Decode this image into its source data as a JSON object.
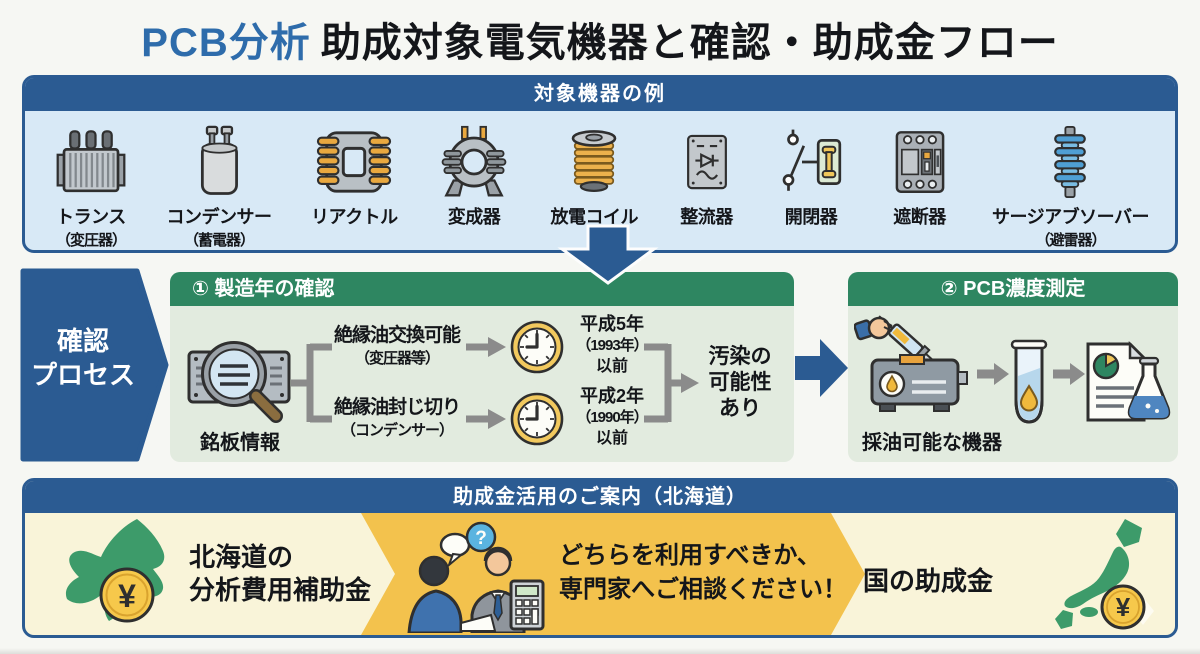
{
  "title": {
    "highlight": "PCB分析",
    "main": "助成対象電気機器と確認・助成金フロー"
  },
  "equipment": {
    "header": "対象機器の例",
    "items": [
      {
        "label": "トランス",
        "sublabel": "（変圧器）",
        "icon": "transformer-icon"
      },
      {
        "label": "コンデンサー",
        "sublabel": "（蓄電器）",
        "icon": "capacitor-icon"
      },
      {
        "label": "リアクトル",
        "sublabel": "",
        "icon": "reactor-icon"
      },
      {
        "label": "変成器",
        "sublabel": "",
        "icon": "instrument-transformer-icon"
      },
      {
        "label": "放電コイル",
        "sublabel": "",
        "icon": "discharge-coil-icon"
      },
      {
        "label": "整流器",
        "sublabel": "",
        "icon": "rectifier-icon"
      },
      {
        "label": "開閉器",
        "sublabel": "",
        "icon": "switch-icon"
      },
      {
        "label": "遮断器",
        "sublabel": "",
        "icon": "circuit-breaker-icon"
      },
      {
        "label": "サージアブソーバー",
        "sublabel": "（避雷器）",
        "icon": "surge-absorber-icon"
      }
    ]
  },
  "process": {
    "side_label_line1": "確認",
    "side_label_line2": "プロセス",
    "step1": {
      "header": "① 製造年の確認",
      "nameplate_label": "銘板情報",
      "branch1": {
        "title": "絶縁油交換可能",
        "subtitle": "（変圧器等）",
        "era": "平成5年",
        "year": "（1993年）",
        "suffix": "以前"
      },
      "branch2": {
        "title": "絶縁油封じ切り",
        "subtitle": "（コンデンサー）",
        "era": "平成2年",
        "year": "（1990年）",
        "suffix": "以前"
      },
      "result_line1": "汚染の",
      "result_line2": "可能性",
      "result_line3": "あり"
    },
    "step2": {
      "header": "② PCB濃度測定",
      "label": "採油可能な機器"
    }
  },
  "subsidy": {
    "header": "助成金活用のご案内（北海道）",
    "left_line1": "北海道の",
    "left_line2": "分析費用補助金",
    "middle_line1": "どちらを利用すべきか、",
    "middle_line2": "専門家へご相談ください！",
    "right_label": "国の助成金",
    "coin_symbol": "¥",
    "question_mark": "?"
  },
  "colors": {
    "primary_blue": "#2b5b92",
    "title_blue": "#2e6cab",
    "panel_blue": "#d8e9f6",
    "green_header": "#2e8661",
    "panel_green": "#e2ebdf",
    "chevron_yellow": "#f3c24d",
    "cream": "#f9f4d9",
    "map_green": "#3d9b6a",
    "coin_yellow": "#f6c84b",
    "arrow_gray": "#8b8b8b"
  }
}
